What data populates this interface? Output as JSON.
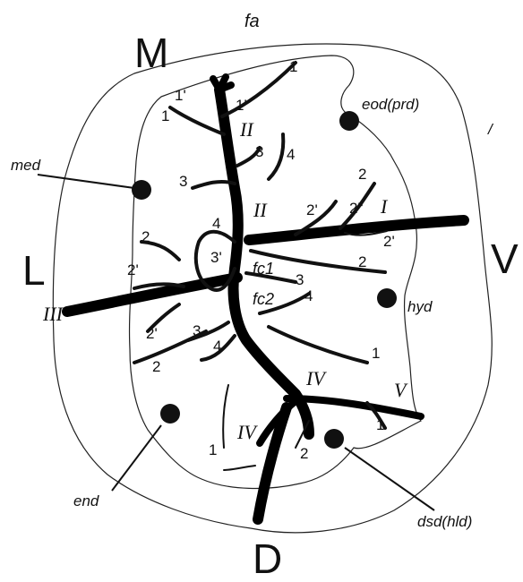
{
  "orientation": {
    "M": "M",
    "L": "L",
    "V": "V",
    "D": "D"
  },
  "labels": {
    "fa": "fa",
    "eod": "eod(prd)",
    "med": "med",
    "hyd": "hyd",
    "end": "end",
    "dsd": "dsd(hld)",
    "slash": "/"
  },
  "romans": {
    "I": "I",
    "II_a": "II",
    "II_b": "II",
    "III": "III",
    "IV_a": "IV",
    "IV_b": "IV",
    "V": "V"
  },
  "numbers": {
    "n1_top": "1",
    "n1p_a": "1'",
    "n1p_b": "1'",
    "n1_left": "1",
    "n3_top": "3",
    "n4_top": "4",
    "n3_left": "3",
    "n2_r1": "2",
    "n2p_r": "2'",
    "n2pp_r": "2\"",
    "n2p_r2": "2'",
    "n2_r3": "2",
    "n4_mid": "4",
    "n3p_mid": "3'",
    "n2_l1": "2",
    "n2p_l": "2'",
    "n2p_l2": "2'",
    "n3_low": "3",
    "n4_low": "4",
    "n2_l3": "2",
    "n3_fc": "3",
    "n4_fc": "4",
    "n1_r": "1",
    "n1_br": "1",
    "n2_bot": "2",
    "n1_bl": "1"
  },
  "fc": {
    "fc1": "fc1",
    "fc2": "fc2"
  }
}
